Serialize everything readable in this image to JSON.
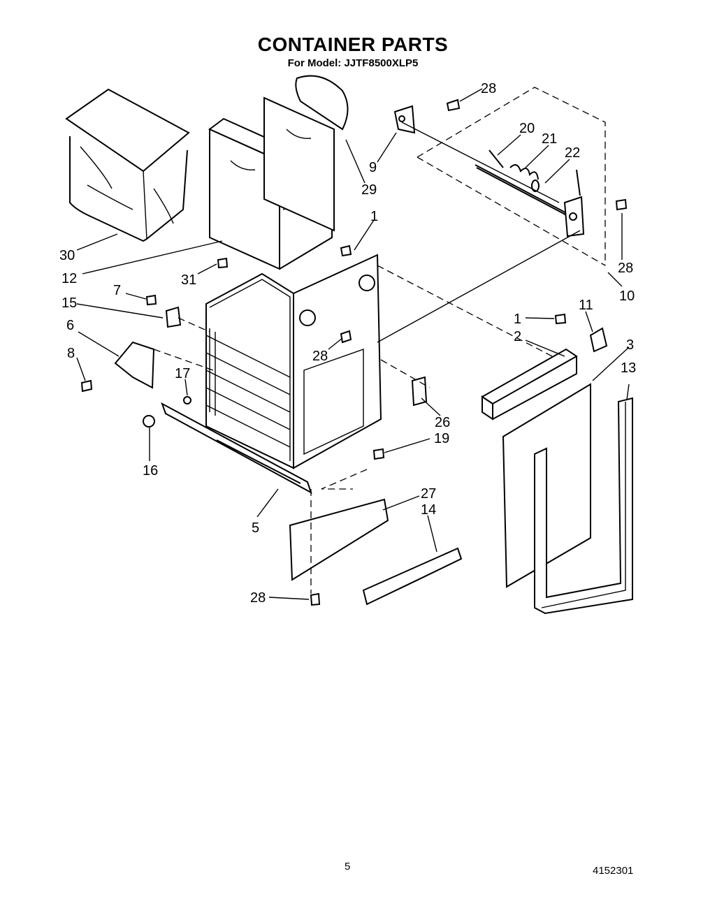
{
  "title": "CONTAINER PARTS",
  "subtitle": "For Model: JJTF8500XLP5",
  "page_number": "5",
  "document_number": "4152301",
  "callouts": [
    "28",
    "20",
    "21",
    "22",
    "9",
    "29",
    "30",
    "12",
    "1",
    "28",
    "31",
    "10",
    "7",
    "15",
    "11",
    "6",
    "1",
    "2",
    "3",
    "28",
    "8",
    "17",
    "13",
    "26",
    "19",
    "16",
    "5",
    "27",
    "14",
    "28"
  ]
}
